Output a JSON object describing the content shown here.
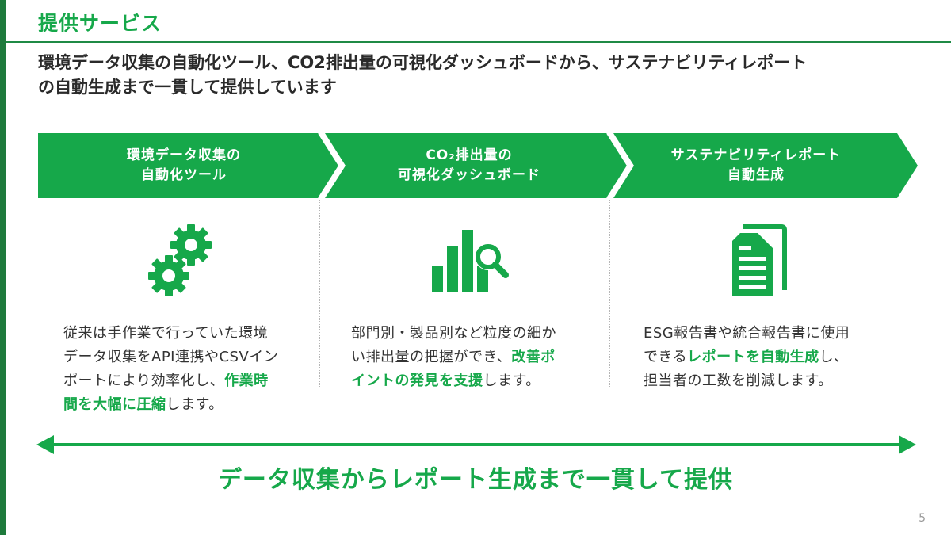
{
  "slide": {
    "title": "提供サービス",
    "lead": [
      "環境データ収集の自動化ツール、CO2排出量の可視化ダッシュボードから、サステナビリティレポート",
      "の自動生成まで一貫して提供しています"
    ],
    "page_number": "5"
  },
  "services": [
    {
      "title": [
        "環境データ収集の",
        "自動化ツール"
      ],
      "icon": "gears-icon",
      "desc": [
        [
          "従来は手作業で行っていた環境"
        ],
        [
          "データ収集をAPI連携やCSVイン"
        ],
        [
          "ポートにより効率化し、",
          "作業時"
        ],
        [
          "間を大幅に圧縮",
          "します。"
        ]
      ]
    },
    {
      "title": [
        "CO₂排出量の",
        "可視化ダッシュボード"
      ],
      "icon": "bar-chart-search-icon",
      "desc": [
        [
          "部門別・製品別など粒度の細か"
        ],
        [
          "い排出量の把握ができ、",
          "改善ポ"
        ],
        [
          "イントの発見を支援",
          "します。"
        ]
      ]
    },
    {
      "title": [
        "サステナビリティレポート",
        "自動生成"
      ],
      "icon": "document-icon",
      "desc": [
        [
          "ESG報告書や統合報告書に使用"
        ],
        [
          "できる",
          "レポートを自動生成",
          "し、"
        ],
        [
          "担当者の工数を削減します。"
        ]
      ]
    }
  ],
  "bottom_message": "データ収集からレポート生成まで一貫して提供",
  "colors": {
    "accent": "#16a84a",
    "dark_green": "#1e7a3c",
    "text": "#2a2a2a"
  }
}
